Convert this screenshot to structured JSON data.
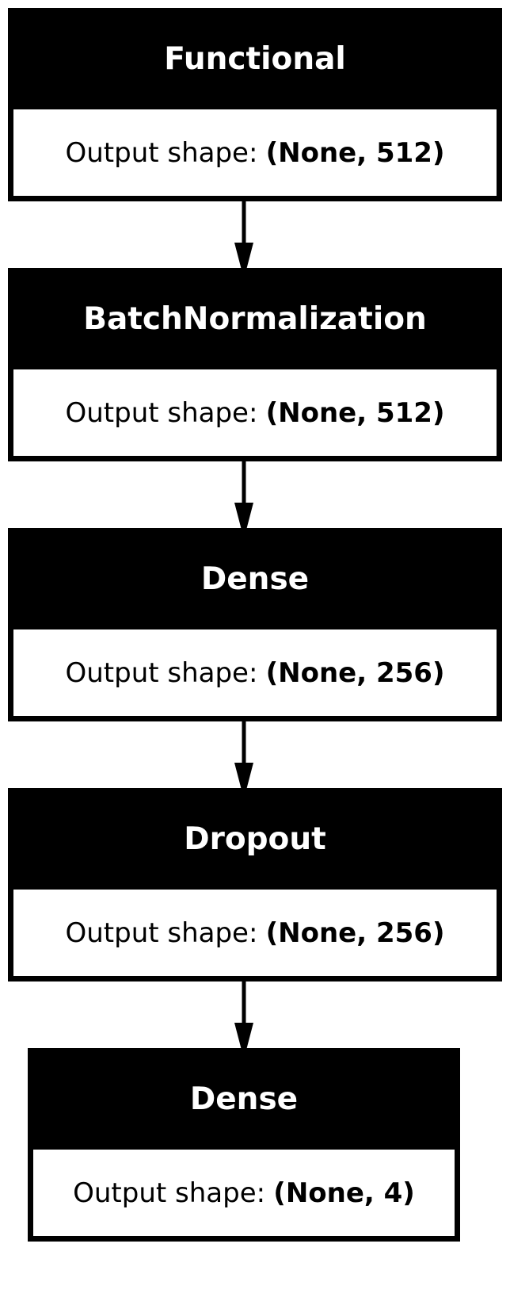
{
  "layers": [
    {
      "name": "Functional",
      "shape_label": "Output shape:",
      "shape_value": "(None, 512)"
    },
    {
      "name": "BatchNormalization",
      "shape_label": "Output shape:",
      "shape_value": "(None, 512)"
    },
    {
      "name": "Dense",
      "shape_label": "Output shape:",
      "shape_value": "(None, 256)"
    },
    {
      "name": "Dropout",
      "shape_label": "Output shape:",
      "shape_value": "(None, 256)"
    },
    {
      "name": "Dense",
      "shape_label": "Output shape:",
      "shape_value": "(None, 4)"
    }
  ]
}
